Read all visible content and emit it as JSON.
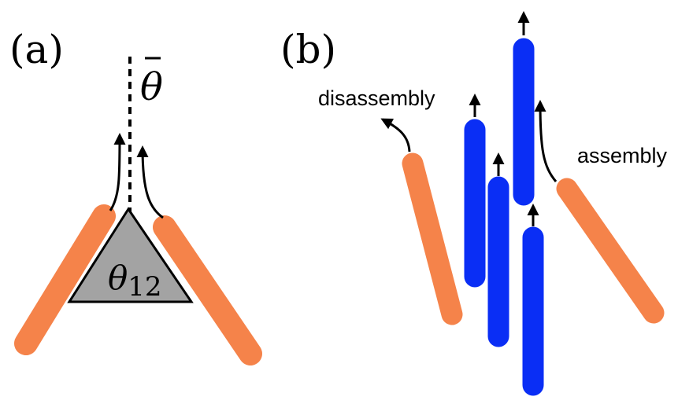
{
  "panels": {
    "a": {
      "label": "(a)",
      "angle_bar": "θ",
      "angle_12_base": "θ",
      "angle_12_sub": "12"
    },
    "b": {
      "label": "(b)",
      "disassembly": "disassembly",
      "assembly": "assembly"
    }
  },
  "colors": {
    "unbound_rod": "#F5834A",
    "bound_rod": "#0A2EF5",
    "triangle": "#A3A3A3",
    "ink": "#000000"
  }
}
